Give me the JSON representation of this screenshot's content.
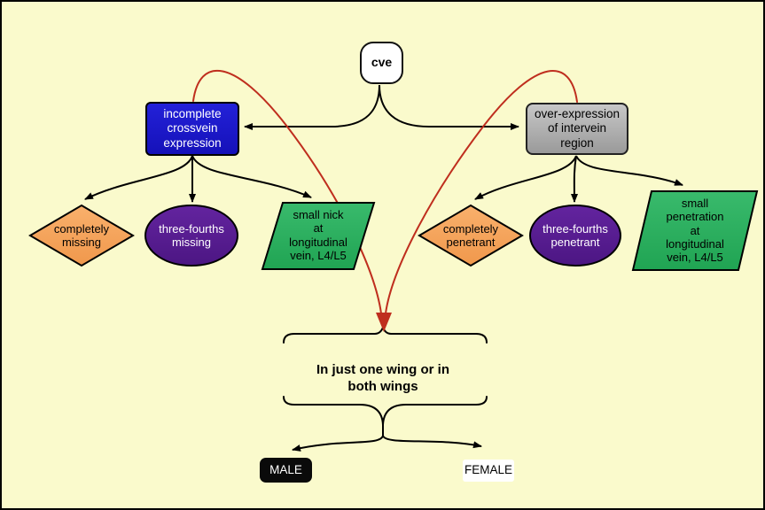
{
  "root": {
    "label": "cve"
  },
  "branches": {
    "left": {
      "label": "incomplete\ncrossvein\nexpression",
      "color": "#1B18C9",
      "children": [
        {
          "label": "completely\nmissing",
          "shape": "diamond",
          "color": "#F6A45C"
        },
        {
          "label": "three-fourths\nmissing",
          "shape": "ellipse",
          "color": "#5A1D96"
        },
        {
          "label": "small nick\nat\nlongitudinal\nvein, L4/L5",
          "shape": "parallelogram",
          "color": "#2DB060"
        }
      ]
    },
    "right": {
      "label": "over-expression\nof intervein\nregion",
      "color": "#ABABAB",
      "children": [
        {
          "label": "completely\npenetrant",
          "shape": "diamond",
          "color": "#F6A45C"
        },
        {
          "label": "three-fourths\npenetrant",
          "shape": "ellipse",
          "color": "#5A1D96"
        },
        {
          "label": "small\npenetration\nat\nlongitudinal\nvein, L4/L5",
          "shape": "parallelogram",
          "color": "#2DB060"
        }
      ]
    }
  },
  "outcome": {
    "label": "In just one wing or in\nboth wings"
  },
  "results": {
    "male": "MALE",
    "female": "FEMALE"
  },
  "colors": {
    "background": "#FAFACC",
    "frame": "#000000",
    "connector": "#000000",
    "highlight_arrow": "#BF2E1E",
    "male_box": "#0A0A0A",
    "female_box": "#FFFFFF"
  }
}
